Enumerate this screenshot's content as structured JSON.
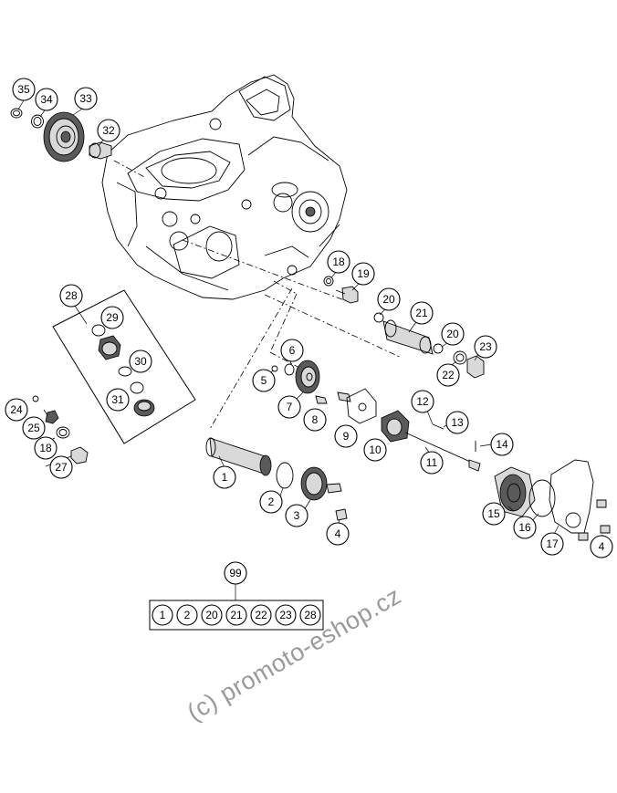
{
  "watermark": "(c) promoto-eshop.cz",
  "callouts": [
    "35",
    "34",
    "33",
    "32",
    "18",
    "19",
    "20",
    "21",
    "20",
    "23",
    "22",
    "28",
    "29",
    "30",
    "31",
    "24",
    "25",
    "18",
    "27",
    "6",
    "5",
    "7",
    "8",
    "9",
    "10",
    "12",
    "13",
    "14",
    "11",
    "1",
    "2",
    "3",
    "4",
    "15",
    "16",
    "17",
    "4",
    "99"
  ],
  "kit": {
    "label": "99",
    "items": [
      "1",
      "2",
      "20",
      "21",
      "22",
      "23",
      "28"
    ]
  }
}
